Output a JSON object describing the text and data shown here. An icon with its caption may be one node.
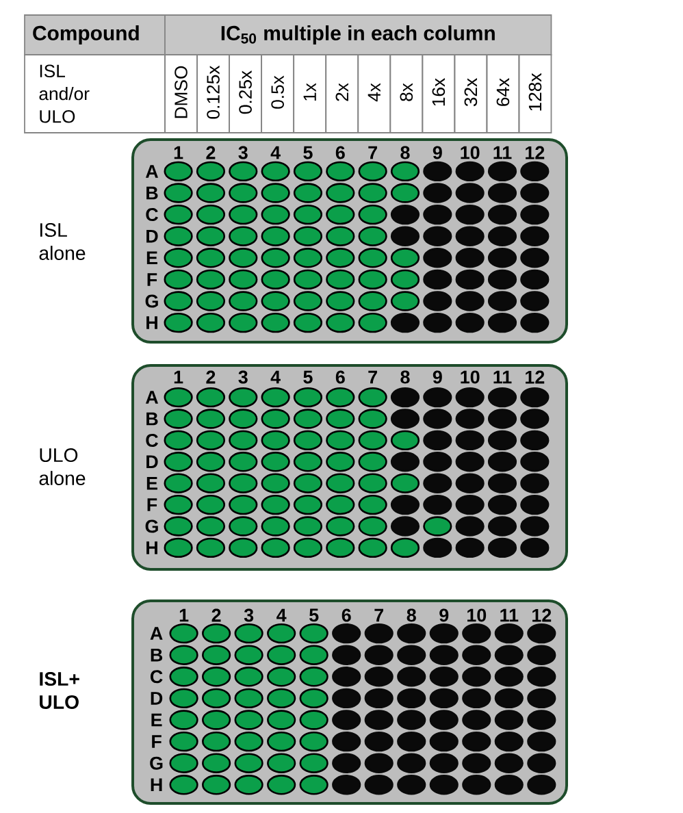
{
  "diagram": {
    "nodes": [
      {
        "text": [
          "1",
          "2",
          "3",
          "4",
          "5",
          "6",
          "7",
          "8",
          "9",
          "10",
          "11",
          "12",
          "A",
          "B",
          "C",
          "D",
          "E",
          "F",
          "G",
          "H"
        ],
        "beside": [
          "ISL alone"
        ]
      },
      {
        "text": [
          "1",
          "2",
          "3",
          "4",
          "5",
          "6",
          "7",
          "8",
          "9",
          "10",
          "11",
          "12",
          "A",
          "B",
          "C",
          "D",
          "E",
          "F",
          "G",
          "H"
        ],
        "beside": [
          "ULO alone"
        ]
      },
      {
        "text": [
          "1",
          "2",
          "3",
          "4",
          "5",
          "6",
          "7",
          "8",
          "9",
          "10",
          "11",
          "12",
          "A",
          "B",
          "C",
          "D",
          "E",
          "F",
          "G",
          "H"
        ],
        "beside": [
          "ISL+ ULO"
        ]
      }
    ],
    "labels": [
      "Compound",
      "IC$_{50}$ multiple in each column",
      "ISL and/or ULO",
      "DMSO",
      "0.125x",
      "0.25x",
      "0.5x",
      "1x",
      "2x",
      "4x",
      "8x",
      "16x",
      "32x",
      "64x",
      "128x"
    ]
  }
}
